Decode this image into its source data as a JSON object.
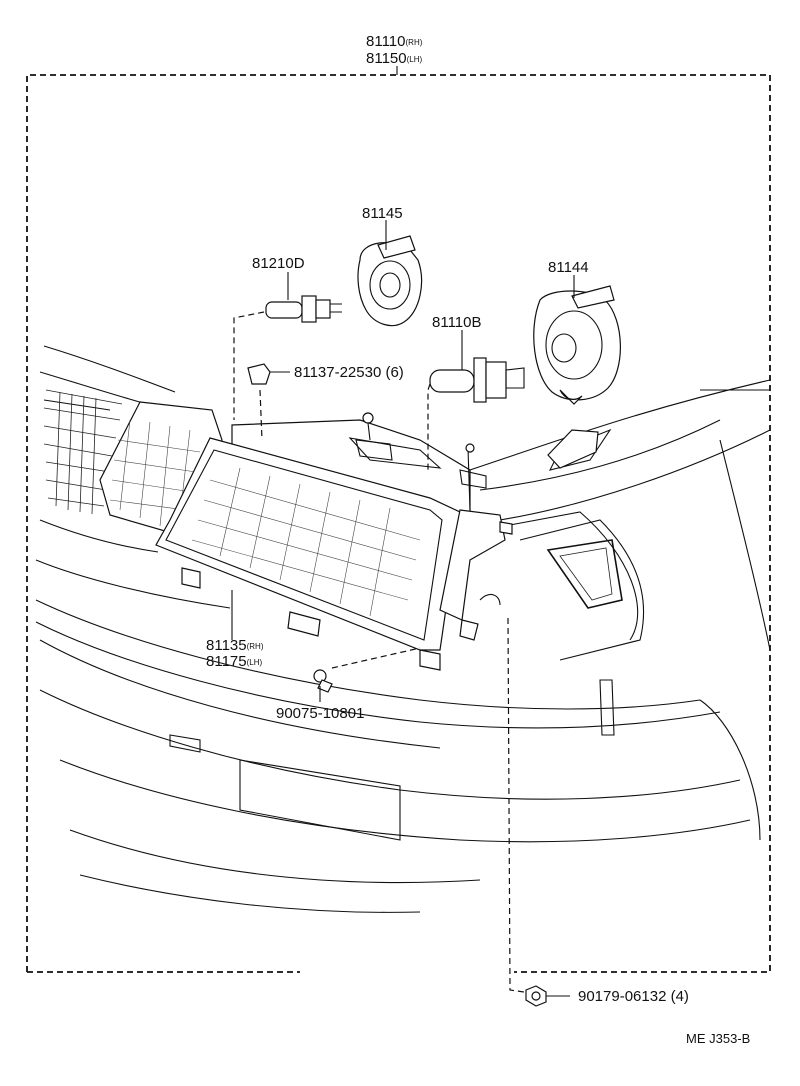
{
  "diagram": {
    "assembly": {
      "part_rh": "81110",
      "tag_rh": "(RH)",
      "part_lh": "81150",
      "tag_lh": "(LH)"
    },
    "callouts": [
      {
        "id": "bulb-socket-cover",
        "text": "81145"
      },
      {
        "id": "parking-bulb",
        "text": "81210D"
      },
      {
        "id": "headlamp-socket-cover",
        "text": "81144"
      },
      {
        "id": "headlamp-bulb",
        "text": "81110B"
      },
      {
        "id": "clip",
        "text": "81137-22530 (6)"
      },
      {
        "id": "screw",
        "text": "90075-10801"
      },
      {
        "id": "nut",
        "text": "90179-06132 (4)"
      }
    ],
    "lens_unit": {
      "part_rh": "81135",
      "tag_rh": "(RH)",
      "part_lh": "81175",
      "tag_lh": "(LH)"
    },
    "drawing_code": "ME J353-B"
  }
}
